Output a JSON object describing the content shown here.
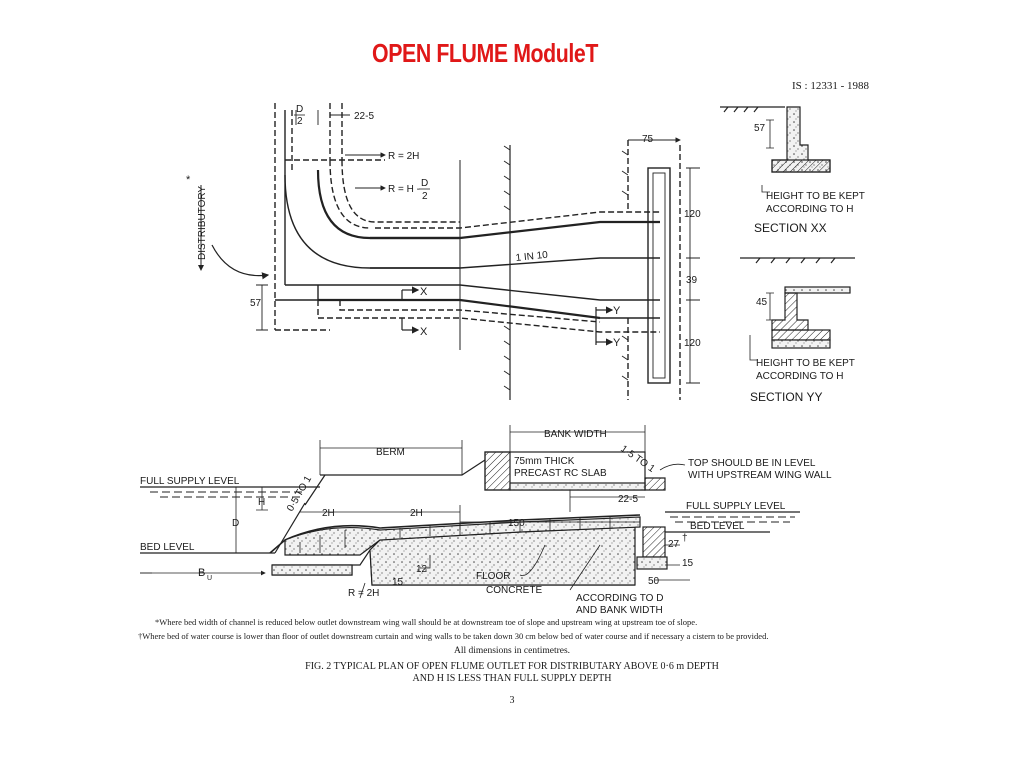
{
  "slide": {
    "title": "OPEN FLUME ModuleT"
  },
  "figure": {
    "standard_ref": "IS : 12331 - 1988",
    "plan": {
      "d_half": "D",
      "d_half_den": "2",
      "dim_22_5": "22-5",
      "r_2h": "R = 2H",
      "r_h_d2": "R = H -",
      "r_h_d2_num": "D",
      "r_h_d2_den": "2",
      "distributory": "DISTRIBUTORY",
      "asterisk": "*",
      "dim_57": "57",
      "dim_75": "75",
      "dim_120_top": "120",
      "dim_39": "39",
      "dim_120_bot": "120",
      "slope": "1 IN 10",
      "sec_x": "X",
      "sec_y": "Y"
    },
    "section_xx": {
      "dim": "57",
      "note_line1": "HEIGHT TO BE KEPT",
      "note_line2": "ACCORDING TO H",
      "title": "SECTION  XX"
    },
    "section_yy": {
      "dim": "45",
      "note_line1": "HEIGHT TO BE KEPT",
      "note_line2": "ACCORDING TO H",
      "title": "SECTION  YY"
    },
    "longitudinal": {
      "berm": "BERM",
      "bank_width": "BANK WIDTH",
      "slab_line1": "75mm THICK",
      "slab_line2": "PRECAST RC SLAB",
      "slope_15": "1·5 TO 1",
      "top_line1": "TOP SHOULD BE IN LEVEL",
      "top_line2": "WITH UPSTREAM WING WALL",
      "fsl_left": "FULL SUPPLY LEVEL",
      "fsl_right": "FULL SUPPLY LEVEL",
      "bed_left": "BED LEVEL",
      "bed_right": "BED LEVEL",
      "slope_05": "0·5 TO 1",
      "h": "H",
      "d": "D",
      "two_h_1": "2H",
      "two_h_2": "2H",
      "dim_22_5": "22-5",
      "dim_150": "150",
      "dim_27": "27",
      "dagger": "†",
      "dim_15_right": "15",
      "dim_50": "50",
      "dim_12": "12",
      "dim_15": "15",
      "bu": "B",
      "bu_sub": "U",
      "r_2h": "R = 2H",
      "floor": "FLOOR",
      "concrete": "CONCRETE",
      "acc_line1": "ACCORDING TO D",
      "acc_line2": "AND BANK WIDTH"
    },
    "notes": {
      "note1": "*Where bed width of channel is reduced below outlet downstream wing wall should be at downstream toe of slope and upstream wing at upstream toe of slope.",
      "note2": "†Where bed of water course is lower than floor of outlet downstream curtain and wing walls to be taken down 30 cm below bed of water course and if necessary a cistern to be provided.",
      "all_dims": "All dimensions in centimetres.",
      "caption1": "FIG. 2  TYPICAL PLAN OF OPEN FLUME OUTLET FOR DISTRIBUTARY ABOVE 0·6 m DEPTH",
      "caption2": "AND H IS LESS THAN FULL SUPPLY DEPTH",
      "page": "3"
    }
  }
}
